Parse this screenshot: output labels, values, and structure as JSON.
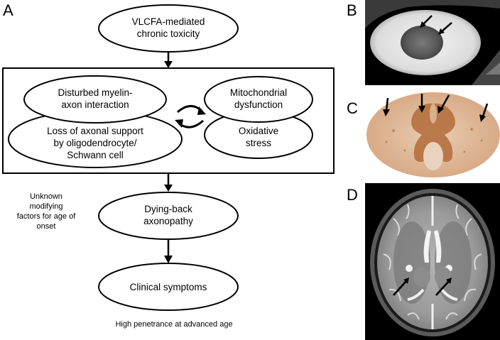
{
  "panels": {
    "a": "A",
    "b": "B",
    "c": "C",
    "d": "D"
  },
  "flow": {
    "top_node": "VLCFA-mediated\nchronic toxicity",
    "box_nodes": {
      "myelin": "Disturbed myelin-\naxon interaction",
      "support": "Loss of axonal support\nby oligodendrocyte/\nSchwann cell",
      "mito": "Mitochondrial\ndysfunction",
      "oxidative": "Oxidative\nstress"
    },
    "dying_back": "Dying-back\naxonopathy",
    "clinical": "Clinical symptoms",
    "modifier_note": "Unknown\nmodifying\nfactors for age of\nonset",
    "penetrance_note": "High penetrance at advanced age"
  },
  "colors": {
    "line": "#000000",
    "mri_bg": "#000000",
    "stain": "#b5703f",
    "stain_bg": "#f3e4d6"
  }
}
